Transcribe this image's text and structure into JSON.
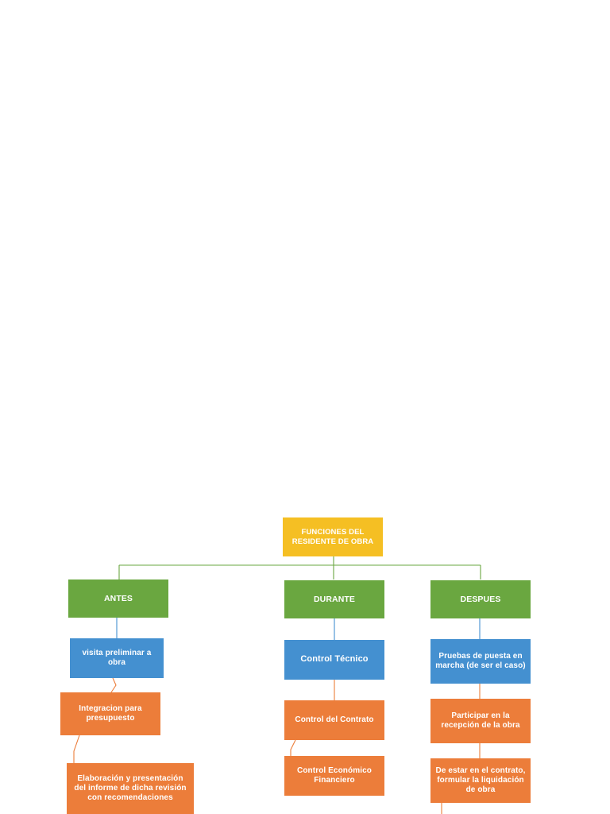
{
  "diagram": {
    "title": "FUNCIONES DEL RESIDENTE DE OBRA",
    "colors": {
      "root": "#f5bf23",
      "phase": "#6aa740",
      "blue": "#4490d0",
      "orange": "#ec7d3a",
      "connector_green": "#6aa740",
      "connector_blue": "#4490d0",
      "connector_orange": "#ec7d3a",
      "background": "#ffffff"
    },
    "root": {
      "label": "FUNCIONES DEL RESIDENTE DE OBRA"
    },
    "branches": [
      {
        "phase": "ANTES",
        "steps": [
          {
            "label": "visita preliminar a obra",
            "color": "blue"
          },
          {
            "label": "Integracion para presupuesto",
            "color": "orange"
          },
          {
            "label": "Elaboración y presentación del informe de dicha revisión con recomendaciones",
            "color": "orange"
          }
        ]
      },
      {
        "phase": "DURANTE",
        "steps": [
          {
            "label": "Control Técnico",
            "color": "blue"
          },
          {
            "label": "Control del Contrato",
            "color": "orange"
          },
          {
            "label": "Control Económico Financiero",
            "color": "orange"
          }
        ]
      },
      {
        "phase": "DESPUES",
        "steps": [
          {
            "label": "Pruebas de puesta en marcha (de ser el caso)",
            "color": "blue"
          },
          {
            "label": "Participar en la recepción de la obra",
            "color": "orange"
          },
          {
            "label": "De estar en el contrato, formular la liquidación de obra",
            "color": "orange"
          }
        ]
      }
    ]
  }
}
